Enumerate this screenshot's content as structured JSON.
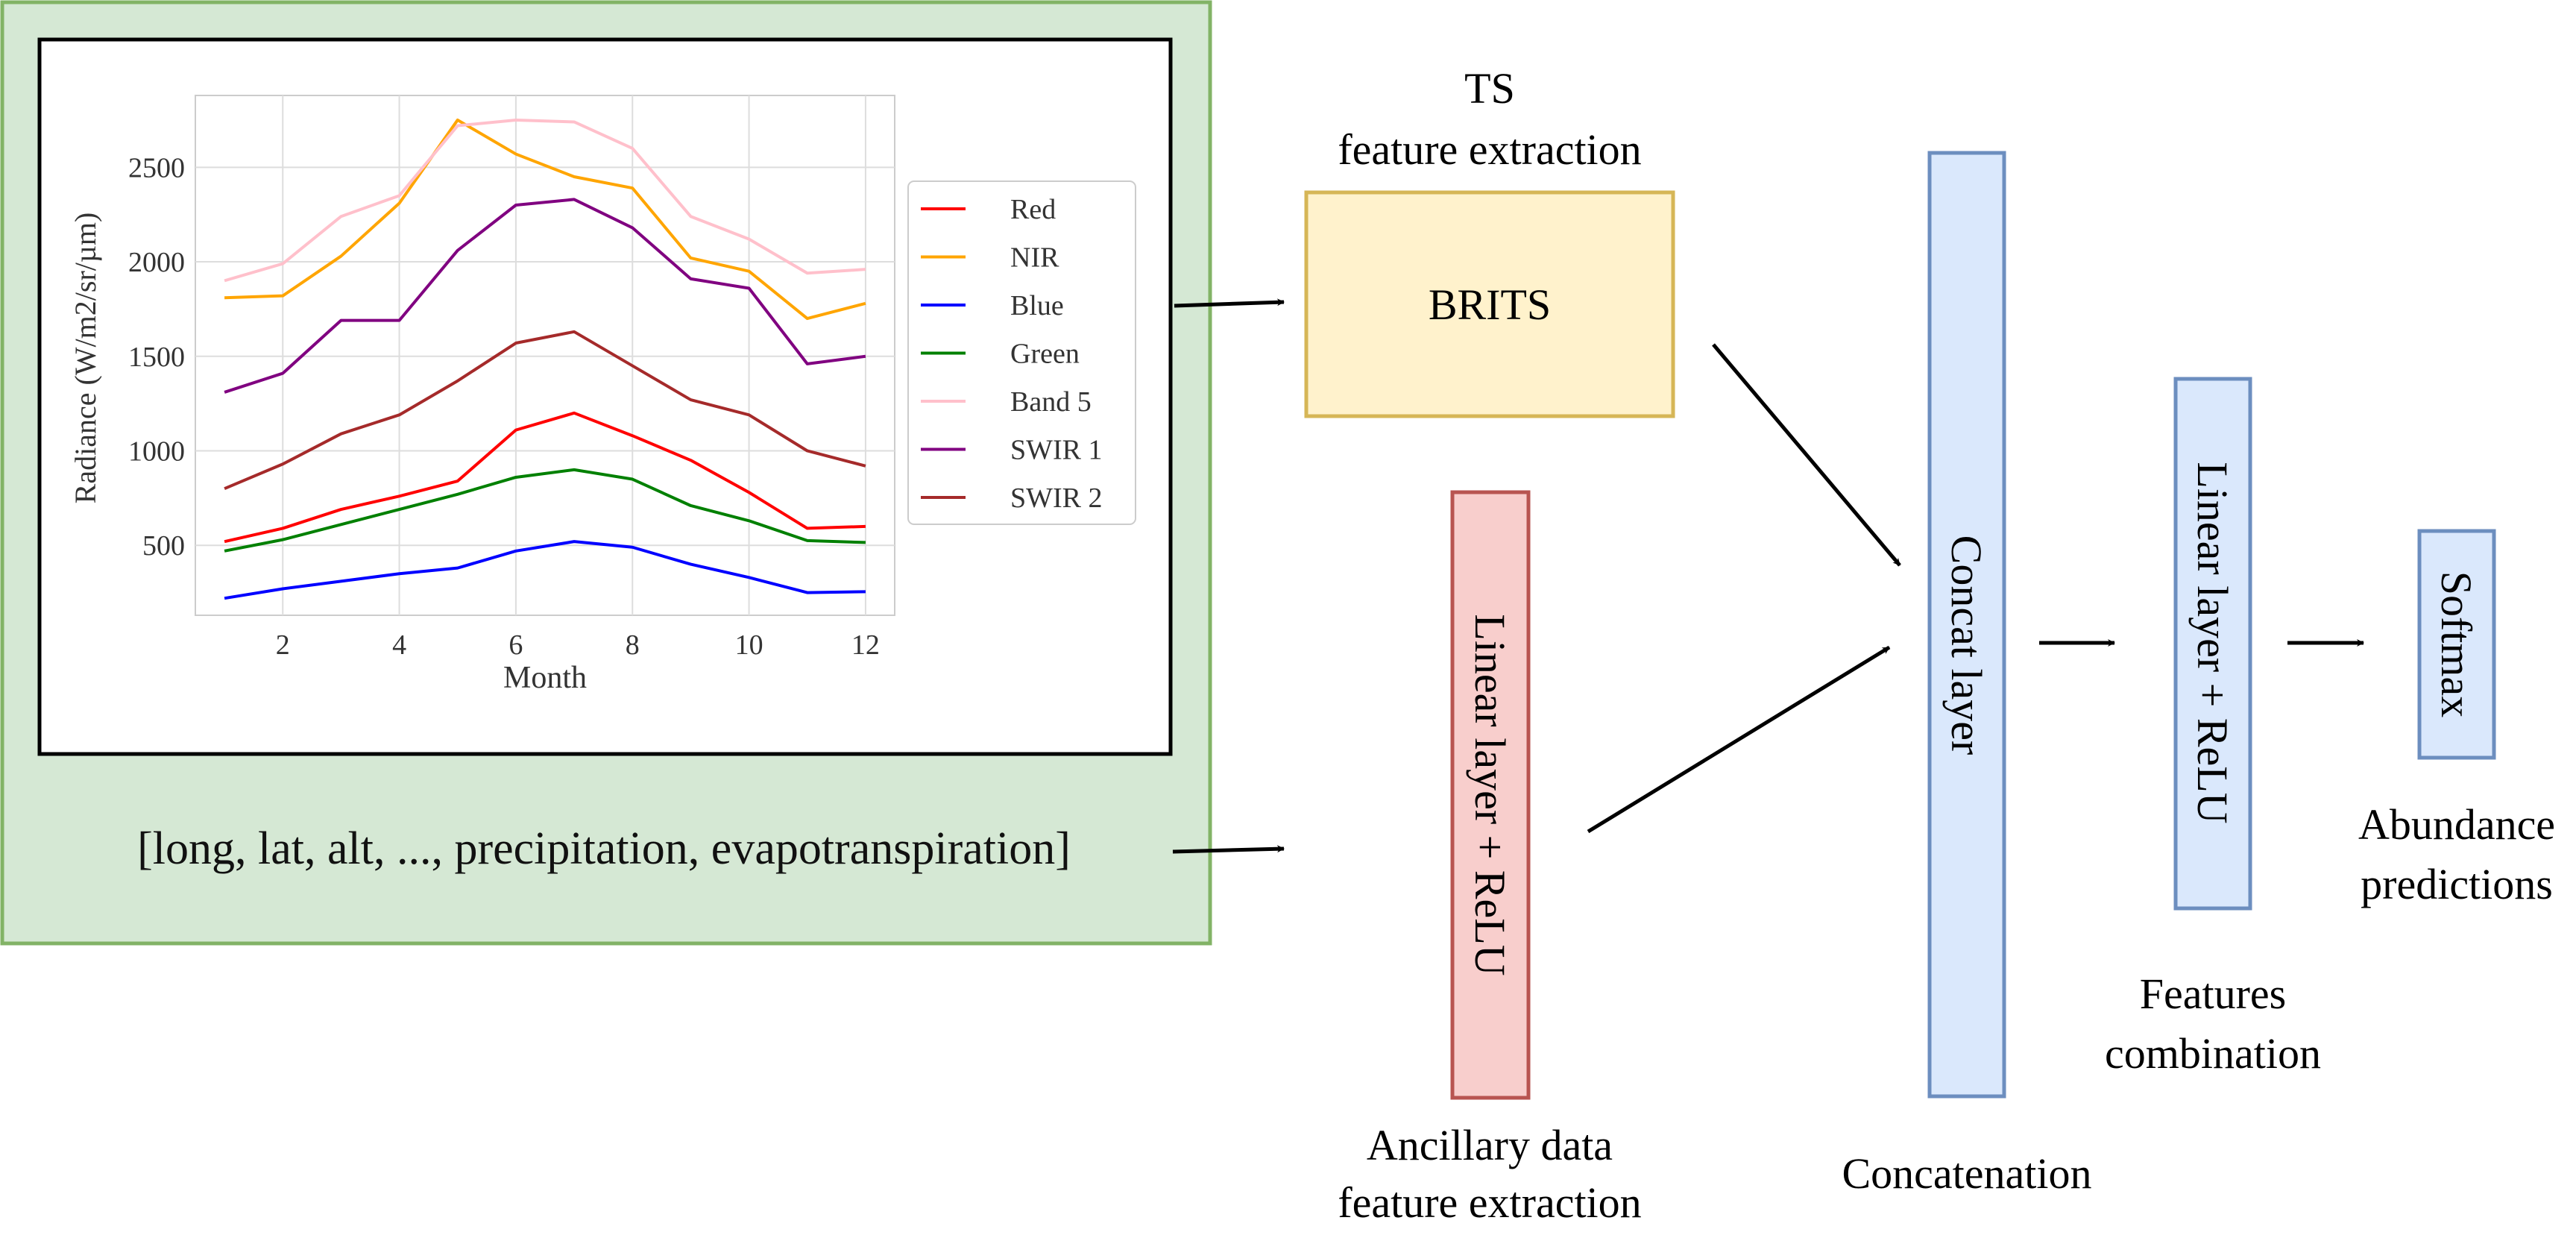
{
  "input_panel": {
    "ancillary_vector": "[long, lat, alt, ..., precipitation, evapotranspiration]"
  },
  "chart_data": {
    "type": "line",
    "title": "",
    "xlabel": "Month",
    "ylabel": "Radiance (W/m2/sr/µm)",
    "xlim": [
      0.5,
      12.5
    ],
    "ylim": [
      130,
      2880
    ],
    "x_ticks": [
      2,
      4,
      6,
      8,
      10,
      12
    ],
    "y_ticks": [
      500,
      1000,
      1500,
      2000,
      2500
    ],
    "grid": true,
    "legend_position": "right",
    "x": [
      1,
      2,
      3,
      4,
      5,
      6,
      7,
      8,
      9,
      10,
      11,
      12
    ],
    "series": [
      {
        "name": "Red",
        "color": "#ff0000",
        "values": [
          520,
          590,
          690,
          760,
          840,
          1110,
          1200,
          1080,
          950,
          780,
          590,
          600
        ]
      },
      {
        "name": "NIR",
        "color": "#ffa500",
        "values": [
          1810,
          1820,
          2030,
          2310,
          2750,
          2570,
          2450,
          2390,
          2020,
          1950,
          1700,
          1780
        ]
      },
      {
        "name": "Blue",
        "color": "#0000ff",
        "values": [
          220,
          270,
          310,
          350,
          380,
          470,
          520,
          490,
          400,
          330,
          250,
          255
        ]
      },
      {
        "name": "Green",
        "color": "#008000",
        "values": [
          470,
          530,
          610,
          690,
          770,
          860,
          900,
          850,
          710,
          630,
          525,
          515
        ]
      },
      {
        "name": "Band 5",
        "color": "#ffc0cb",
        "values": [
          1900,
          1990,
          2240,
          2350,
          2720,
          2750,
          2740,
          2600,
          2240,
          2120,
          1940,
          1960
        ]
      },
      {
        "name": "SWIR 1",
        "color": "#800080",
        "values": [
          1310,
          1410,
          1690,
          1690,
          2060,
          2300,
          2330,
          2180,
          1910,
          1860,
          1460,
          1500
        ]
      },
      {
        "name": "SWIR 2",
        "color": "#a52a2a",
        "values": [
          800,
          930,
          1090,
          1190,
          1370,
          1570,
          1630,
          1450,
          1270,
          1190,
          1000,
          920
        ]
      }
    ]
  },
  "diagram": {
    "ts_label_line1": "TS",
    "ts_label_line2": "feature extraction",
    "brits_label": "BRITS",
    "linear1_label": "Linear layer + ReLU",
    "ancillary_caption_line1": "Ancillary data",
    "ancillary_caption_line2": "feature extraction",
    "concat_label": "Concat layer",
    "concat_caption": "Concatenation",
    "linear2_label": "Linear layer + ReLU",
    "features_caption_line1": "Features",
    "features_caption_line2": "combination",
    "softmax_label": "Softmax",
    "abundance_caption_line1": "Abundance",
    "abundance_caption_line2": "predictions"
  },
  "colors": {
    "input_panel_fill": "#d5e8d4",
    "input_panel_stroke": "#82b366",
    "brits_fill": "#fff2cc",
    "brits_stroke": "#d6b656",
    "linear1_fill": "#f8cecc",
    "linear1_stroke": "#b85450",
    "blue_fill": "#dae8fc",
    "blue_stroke": "#6c8ebf"
  }
}
